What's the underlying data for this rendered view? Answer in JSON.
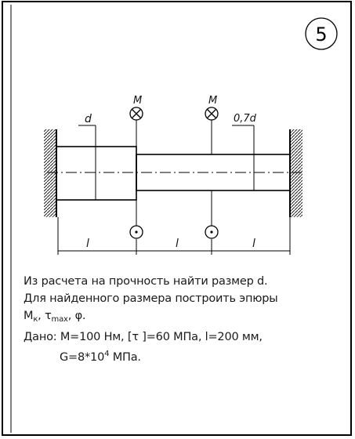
{
  "problem_number": "5",
  "labels": {
    "moment_left": "M",
    "moment_right": "M",
    "diameter": "d",
    "diameter_small": "0,7d",
    "length_1": "l",
    "length_2": "l",
    "length_3": "l"
  },
  "task": {
    "line1": "Из расчета на прочность найти размер d.",
    "line2": "Для найденного размера построить эпюры",
    "line3": {
      "m": "M",
      "m_sub": "к",
      "sep1": ",",
      "tau": "τ",
      "tau_sub": "max",
      "sep2": ",",
      "phi": "φ."
    },
    "line4": "Дано: M=100 Нм, [τ ]=60 МПа, l=200 мм,",
    "line5": {
      "g_prefix": "G=8*10",
      "g_exp": "4",
      "g_unit": "МПа."
    }
  }
}
